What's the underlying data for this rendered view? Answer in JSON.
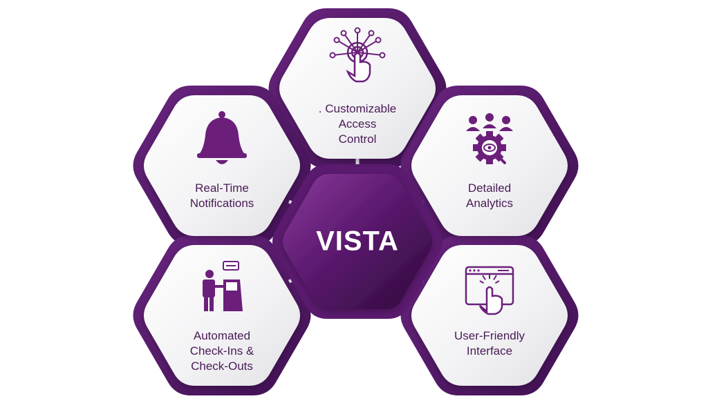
{
  "center": {
    "label": "VISTA"
  },
  "features": [
    {
      "id": "customizable-access-control",
      "lines": [
        ". Customizable",
        "Access",
        "Control"
      ],
      "icon": "touch-network-icon"
    },
    {
      "id": "real-time-notifications",
      "lines": [
        "Real-Time",
        "Notifications"
      ],
      "icon": "bell-icon"
    },
    {
      "id": "detailed-analytics",
      "lines": [
        "Detailed",
        "Analytics"
      ],
      "icon": "team-gear-eye-icon"
    },
    {
      "id": "automated-check-ins",
      "lines": [
        "Automated",
        "Check-Ins &",
        "Check-Outs"
      ],
      "icon": "kiosk-user-icon"
    },
    {
      "id": "user-friendly-interface",
      "lines": [
        "User-Friendly",
        "Interface"
      ],
      "icon": "browser-click-icon"
    }
  ],
  "colors": {
    "primary_purple": "#5a1a6e",
    "dark_purple": "#3d0f4c",
    "accent_purple": "#7b2d8e",
    "icon_color": "#6b1f7a",
    "tile_light": "#f4f4f6"
  }
}
